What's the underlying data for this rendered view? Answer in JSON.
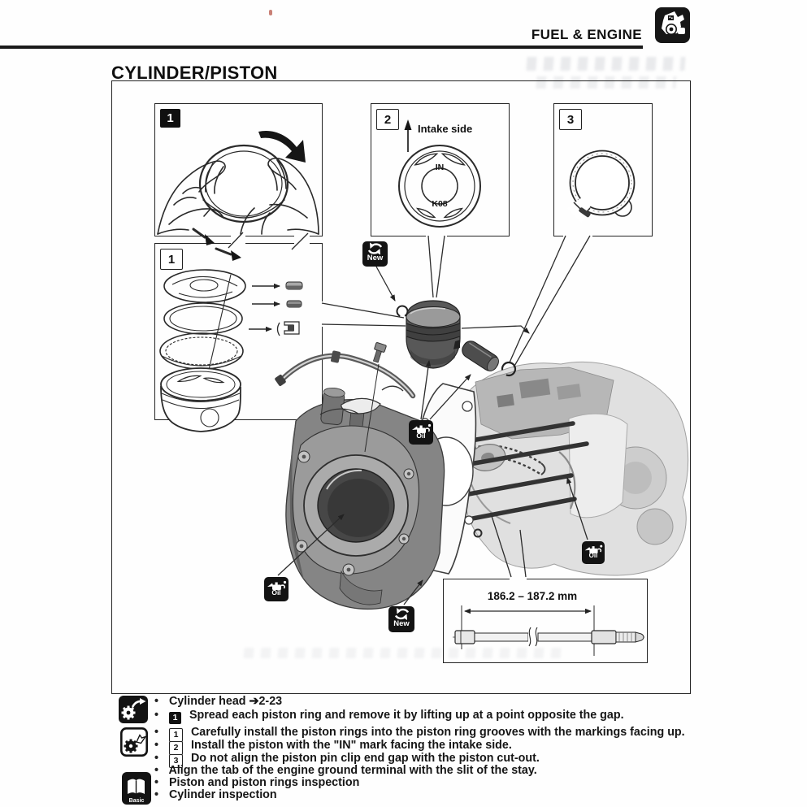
{
  "header": {
    "section": "FUEL & ENGINE",
    "title": "CYLINDER/PISTON"
  },
  "figure": {
    "panel1": {
      "number": "1"
    },
    "panel2": {
      "number": "2",
      "arrow_label": "Intake side",
      "top_mark": "IN",
      "bottom_mark": "K08"
    },
    "panel3": {
      "number": "3"
    },
    "panel4": {
      "number": "1"
    },
    "labels": {
      "new": "New",
      "oil": "Oil"
    },
    "dimension": "186.2 – 187.2 mm"
  },
  "notes": {
    "removal": {
      "items": [
        {
          "text": "Cylinder head ➔2-23"
        },
        {
          "badge": "1",
          "text": "Spread each piston ring and remove it by lifting up at a point opposite the gap."
        }
      ]
    },
    "installation": {
      "items": [
        {
          "badge": "1",
          "text": "Carefully install the piston rings into the piston ring grooves with the markings facing up."
        },
        {
          "badge": "2",
          "text": "Install the piston with the \"IN\" mark facing the intake side."
        },
        {
          "badge": "3",
          "text": "Do not align the piston pin clip end gap with the piston cut-out."
        },
        {
          "text": "Align the tab of the engine ground terminal with the slit of the stay."
        }
      ]
    },
    "basic": {
      "icon_label": "Basic",
      "items": [
        {
          "text": "Piston and piston rings inspection"
        },
        {
          "text": "Cylinder inspection"
        }
      ]
    }
  }
}
